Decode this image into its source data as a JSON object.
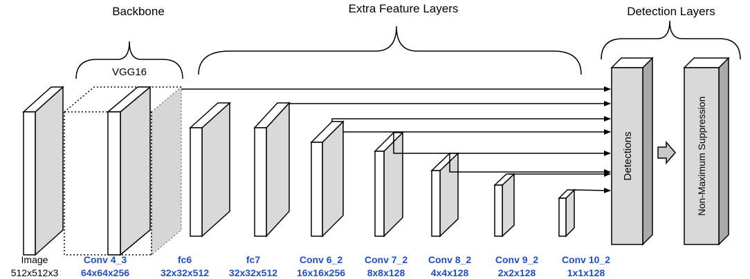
{
  "sections": {
    "backbone": "Backbone",
    "vgg": "VGG16",
    "extra": "Extra Feature Layers",
    "detection": "Detection Layers"
  },
  "blocks": {
    "detections": "Detections",
    "nms": "Non-Maximum Suppression"
  },
  "layers": [
    {
      "name": "Image",
      "size": "512x512x3"
    },
    {
      "name": "Conv 4_3",
      "size": "64x64x256"
    },
    {
      "name": "fc6",
      "size": "32x32x512"
    },
    {
      "name": "fc7",
      "size": "32x32x512"
    },
    {
      "name": "Conv 6_2",
      "size": "16x16x256"
    },
    {
      "name": "Conv 7_2",
      "size": "8x8x128"
    },
    {
      "name": "Conv 8_2",
      "size": "4x4x128"
    },
    {
      "name": "Conv 9_2",
      "size": "2x2x128"
    },
    {
      "name": "Conv 10_2",
      "size": "1x1x128"
    }
  ],
  "colors": {
    "label_blue": "#1f4fc4",
    "box_fill": "#d9d9d9",
    "box_side": "#c2c2c2",
    "stroke": "#000000"
  }
}
